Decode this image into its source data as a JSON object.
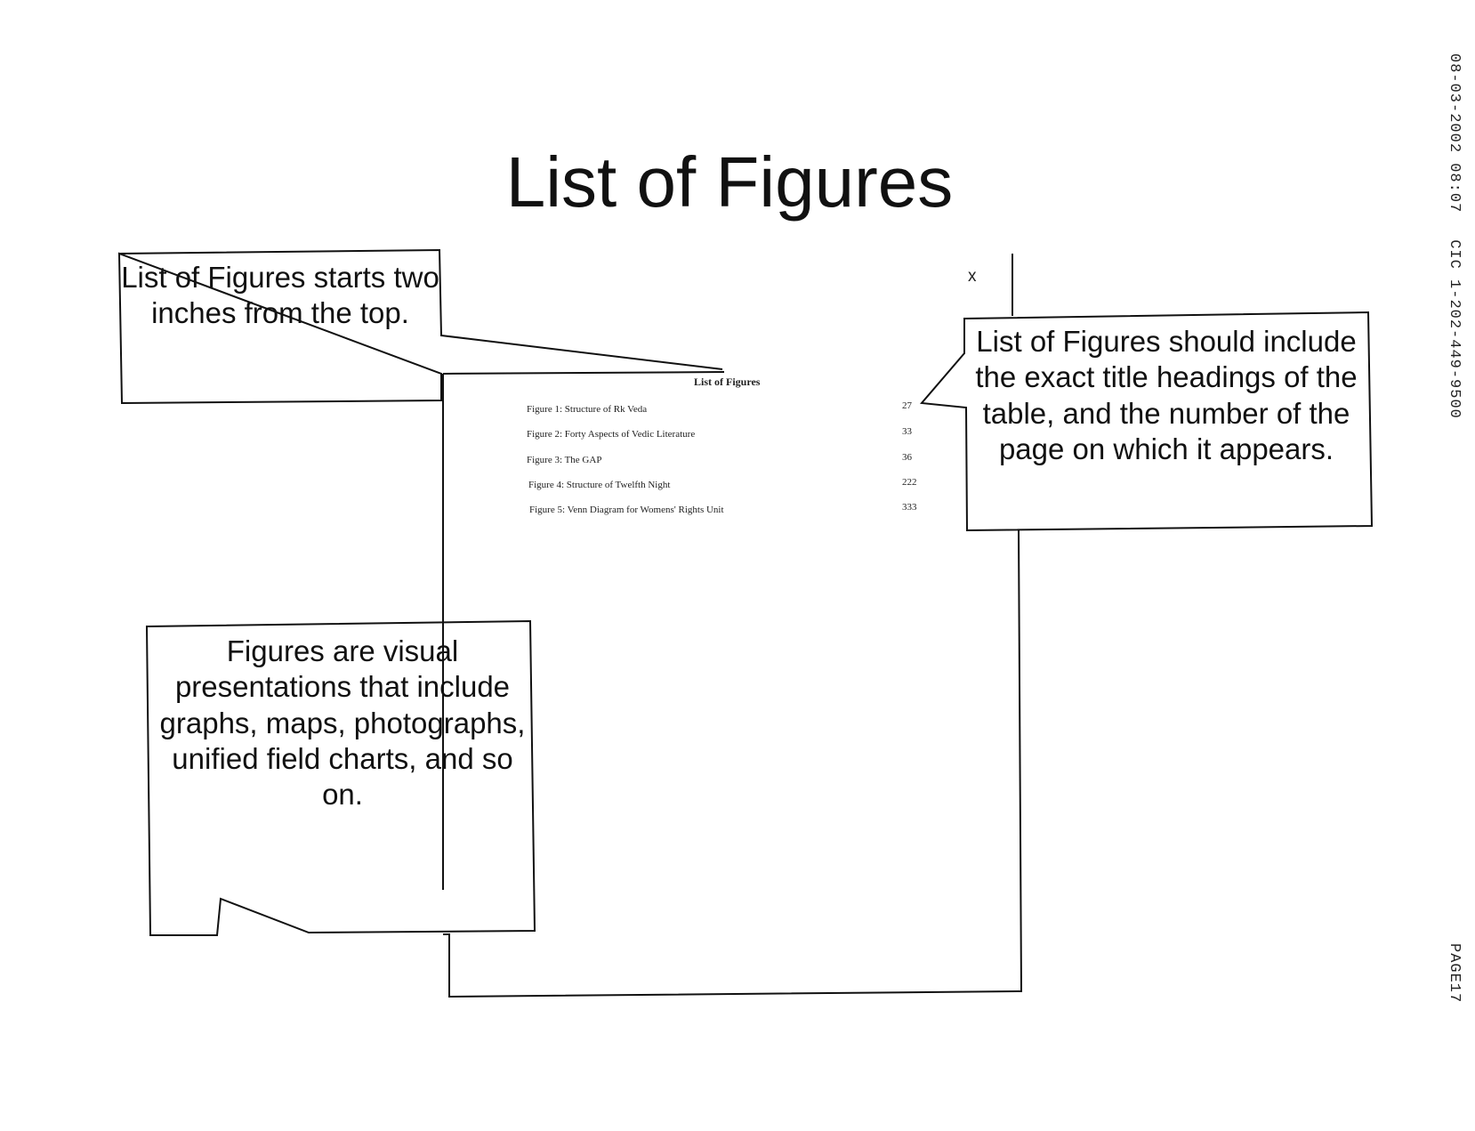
{
  "page": {
    "title": "List of Figures",
    "fax_header": "08-03-2002 08:07",
    "fax_number": "CIC 1-202-449-9500",
    "page_label": "PAGE17"
  },
  "sample_page": {
    "mark": "x",
    "heading": "List of Figures",
    "figures": [
      {
        "label": "Figure 1: Structure of Rk Veda",
        "page": "27"
      },
      {
        "label": "Figure 2: Forty Aspects of Vedic Literature",
        "page": "33"
      },
      {
        "label": "Figure 3: The GAP",
        "page": "36"
      },
      {
        "label": "Figure 4: Structure of Twelfth Night",
        "page": "222"
      },
      {
        "label": "Figure 5: Venn Diagram for Womens' Rights Unit",
        "page": "333"
      }
    ]
  },
  "callouts": {
    "top_left": "List of Figures starts two inches from the top.",
    "right": "List of Figures should include the exact title headings of the table, and the number of the page on which it appears.",
    "bottom_left": "Figures are visual presentations that include graphs, maps, photographs, unified field charts, and so on."
  }
}
